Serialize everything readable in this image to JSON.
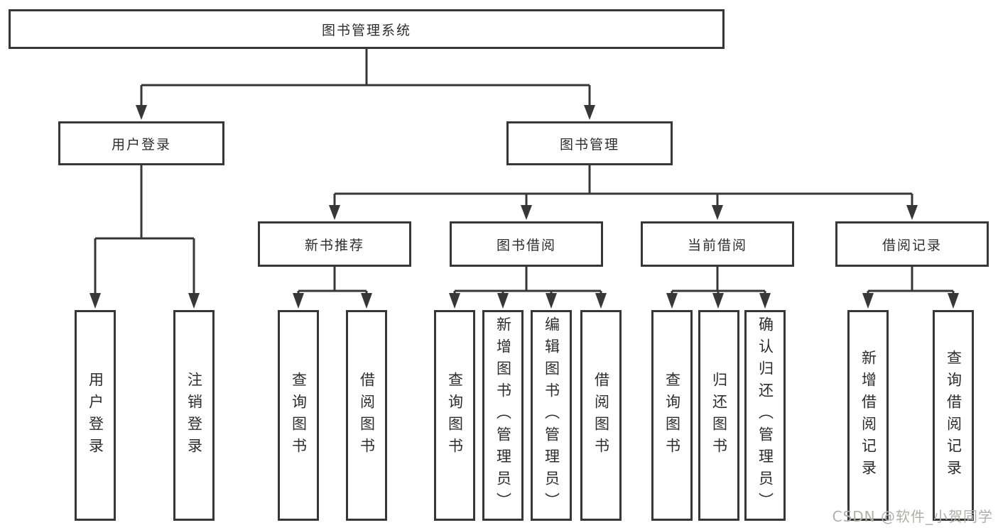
{
  "diagram": {
    "title": "图书管理系统",
    "level2": [
      {
        "label": "用户登录"
      },
      {
        "label": "图书管理"
      }
    ],
    "level3": [
      {
        "label": "新书推荐"
      },
      {
        "label": "图书借阅"
      },
      {
        "label": "当前借阅"
      },
      {
        "label": "借阅记录"
      }
    ],
    "leaves": [
      {
        "label": "用户登录"
      },
      {
        "label": "注销登录"
      },
      {
        "label": "查询图书"
      },
      {
        "label": "借阅图书"
      },
      {
        "label": "查询图书"
      },
      {
        "label": "新增图书（管理员）"
      },
      {
        "label": "编辑图书（管理员）"
      },
      {
        "label": "借阅图书"
      },
      {
        "label": "查询图书"
      },
      {
        "label": "归还图书"
      },
      {
        "label": "确认归还（管理员）"
      },
      {
        "label": "新增借阅记录"
      },
      {
        "label": "查询借阅记录"
      }
    ],
    "line_color": "#373737",
    "box_border_color": "#373737",
    "text_color": "#2d2d2d"
  },
  "watermark": {
    "text": "CSDN @软件_小贺同学",
    "color": "#b3aeae"
  }
}
